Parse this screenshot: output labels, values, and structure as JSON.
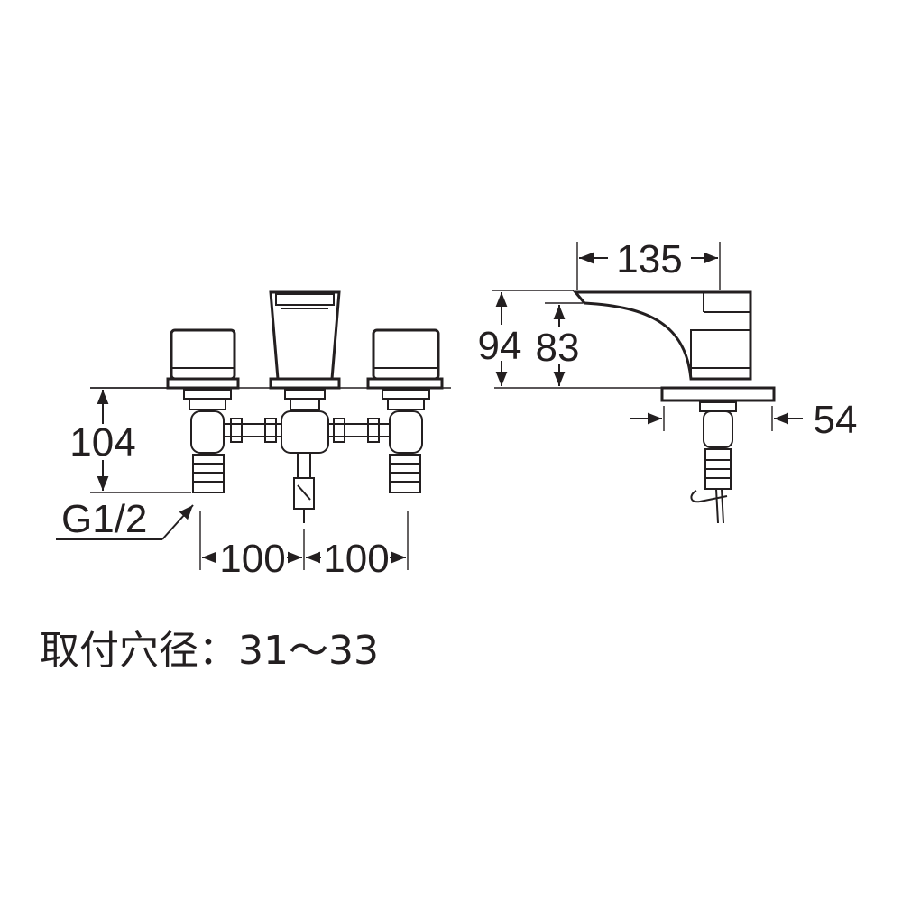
{
  "front_view": {
    "height_label": "104",
    "thread_label": "G1/2",
    "spacing_left_label": "100",
    "spacing_right_label": "100"
  },
  "side_view": {
    "spout_reach_label": "135",
    "total_height_label": "94",
    "spout_height_label": "83",
    "base_label": "54"
  },
  "note": {
    "mount_hole_text": "取付穴径：31～33"
  }
}
